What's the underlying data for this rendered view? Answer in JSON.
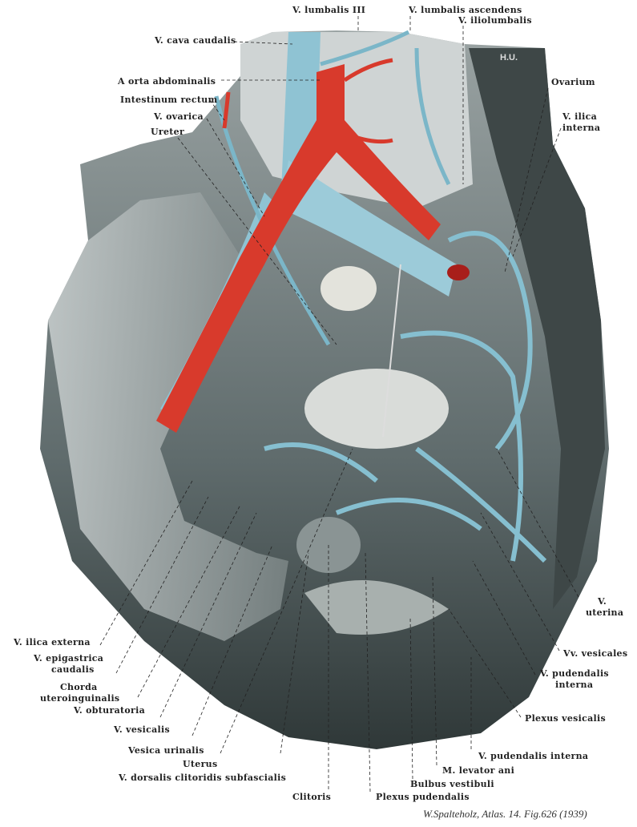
{
  "figure": {
    "artist_initials": "H.U.",
    "credit": "W.Spalteholz, Atlas. 14. Fig.626 (1939)",
    "colors": {
      "vein": "#8fc3d3",
      "artery": "#d83a2c",
      "tissue": "#6f7a7a",
      "background": "#ffffff"
    }
  },
  "labels": {
    "lumbalis_iii": "V. lumbalis III",
    "lumbalis_ascendens": "V. lumbalis ascendens",
    "iliolumbalis": "V. iliolumbalis",
    "cava_caudalis": "V. cava caudalis",
    "aorta": "A orta abdominalis",
    "rectum": "Intestinum rectum",
    "ovarica": "V. ovarica",
    "ureter": "Ureter",
    "ovarium": "Ovarium",
    "ilica_interna_1": "V. ilica",
    "ilica_interna_2": "interna",
    "uterina_1": "V.",
    "uterina_2": "uterina",
    "vesicales": "Vv. vesicales",
    "pudendalis_interna_r1": "V. pudendalis",
    "pudendalis_interna_r2": "interna",
    "plexus_vesicalis": "Plexus vesicalis",
    "pudendalis_interna_b": "V. pudendalis interna",
    "levator_ani": "M. levator ani",
    "bulbus_vestibuli": "Bulbus vestibuli",
    "plexus_pudendalis": "Plexus pudendalis",
    "clitoris": "Clitoris",
    "ilica_externa": "V. ilica externa",
    "epigastrica_1": "V. epigastrica",
    "epigastrica_2": "caudalis",
    "chorda_1": "Chorda",
    "chorda_2": "uteroinguinalis",
    "obturatoria": "V. obturatoria",
    "vesicalis": "V. vesicalis",
    "vesica_urinalis": "Vesica urinalis",
    "uterus": "Uterus",
    "dorsalis_clitoridis": "V. dorsalis clitoridis subfascialis"
  }
}
